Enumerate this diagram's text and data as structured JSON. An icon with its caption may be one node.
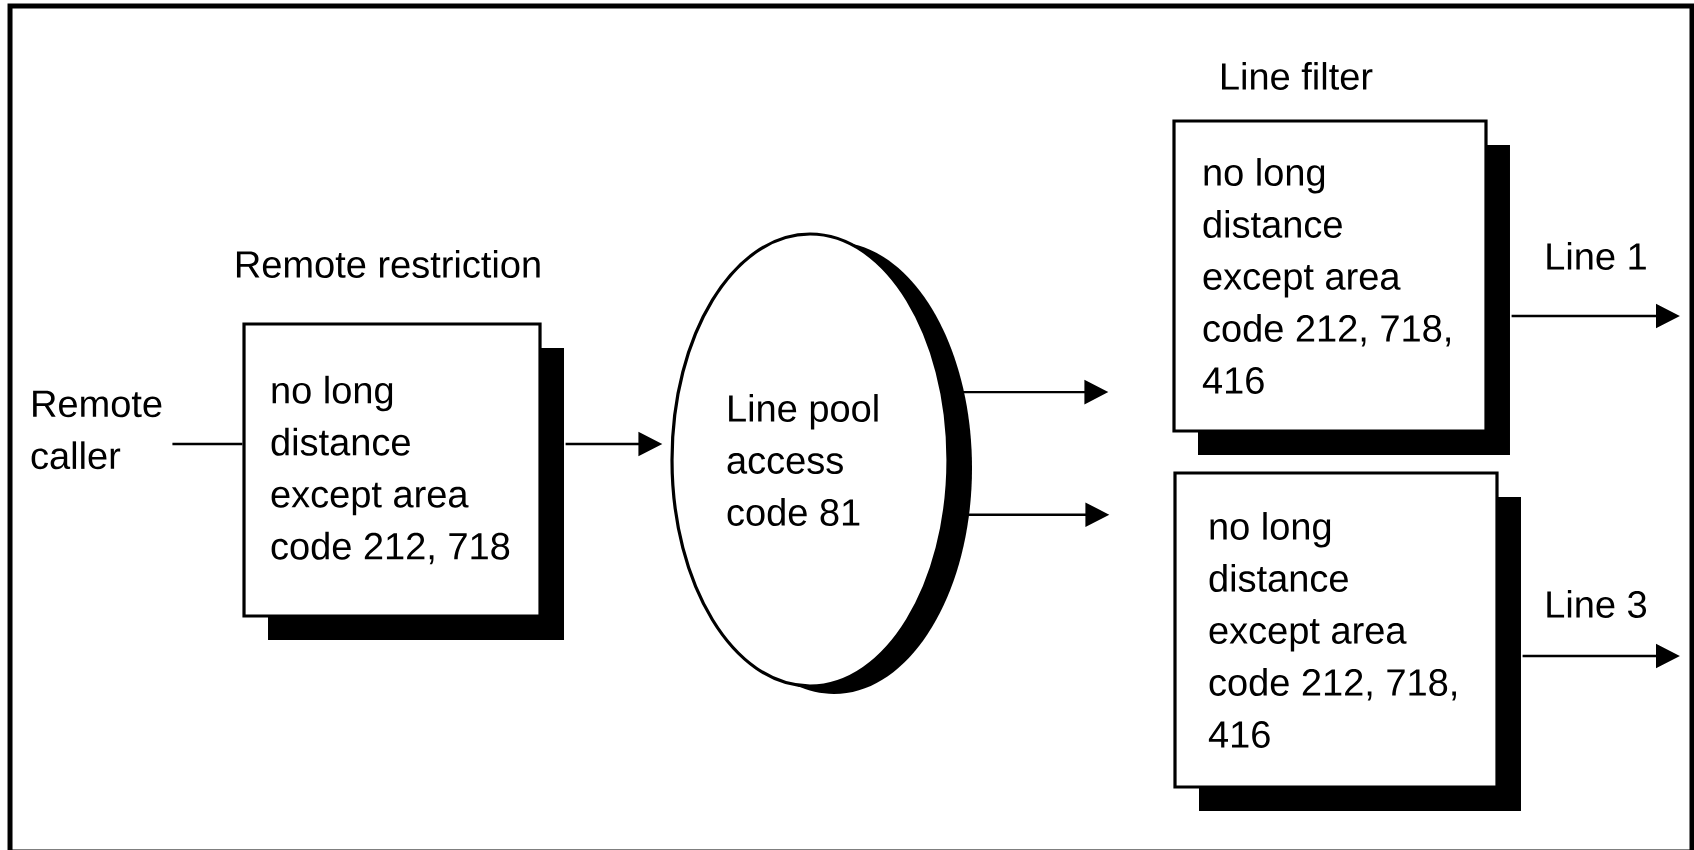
{
  "diagram": {
    "nodes": [
      {
        "text": [
          "Remote caller"
        ]
      },
      {
        "text": [
          "Remote restriction",
          "no long distance except area code 212, 718"
        ]
      },
      {
        "text": [
          "Line pool access code 81"
        ]
      },
      {
        "text": [
          "Line filter",
          "no long distance except area code 212, 718, 416"
        ]
      },
      {
        "text": [
          "no long distance except area code 212, 718, 416"
        ]
      }
    ],
    "edges": [
      {
        "from": 0,
        "to": 1,
        "arrow": "none"
      },
      {
        "from": 1,
        "to": 2,
        "arrow": "to"
      },
      {
        "from": 2,
        "to": 3,
        "arrow": "to"
      },
      {
        "from": 2,
        "to": 4,
        "arrow": "to"
      },
      {
        "from": 3,
        "to": null,
        "arrow": "to",
        "label": "Line 1"
      },
      {
        "from": 4,
        "to": null,
        "arrow": "to",
        "label": "Line 3"
      }
    ]
  }
}
